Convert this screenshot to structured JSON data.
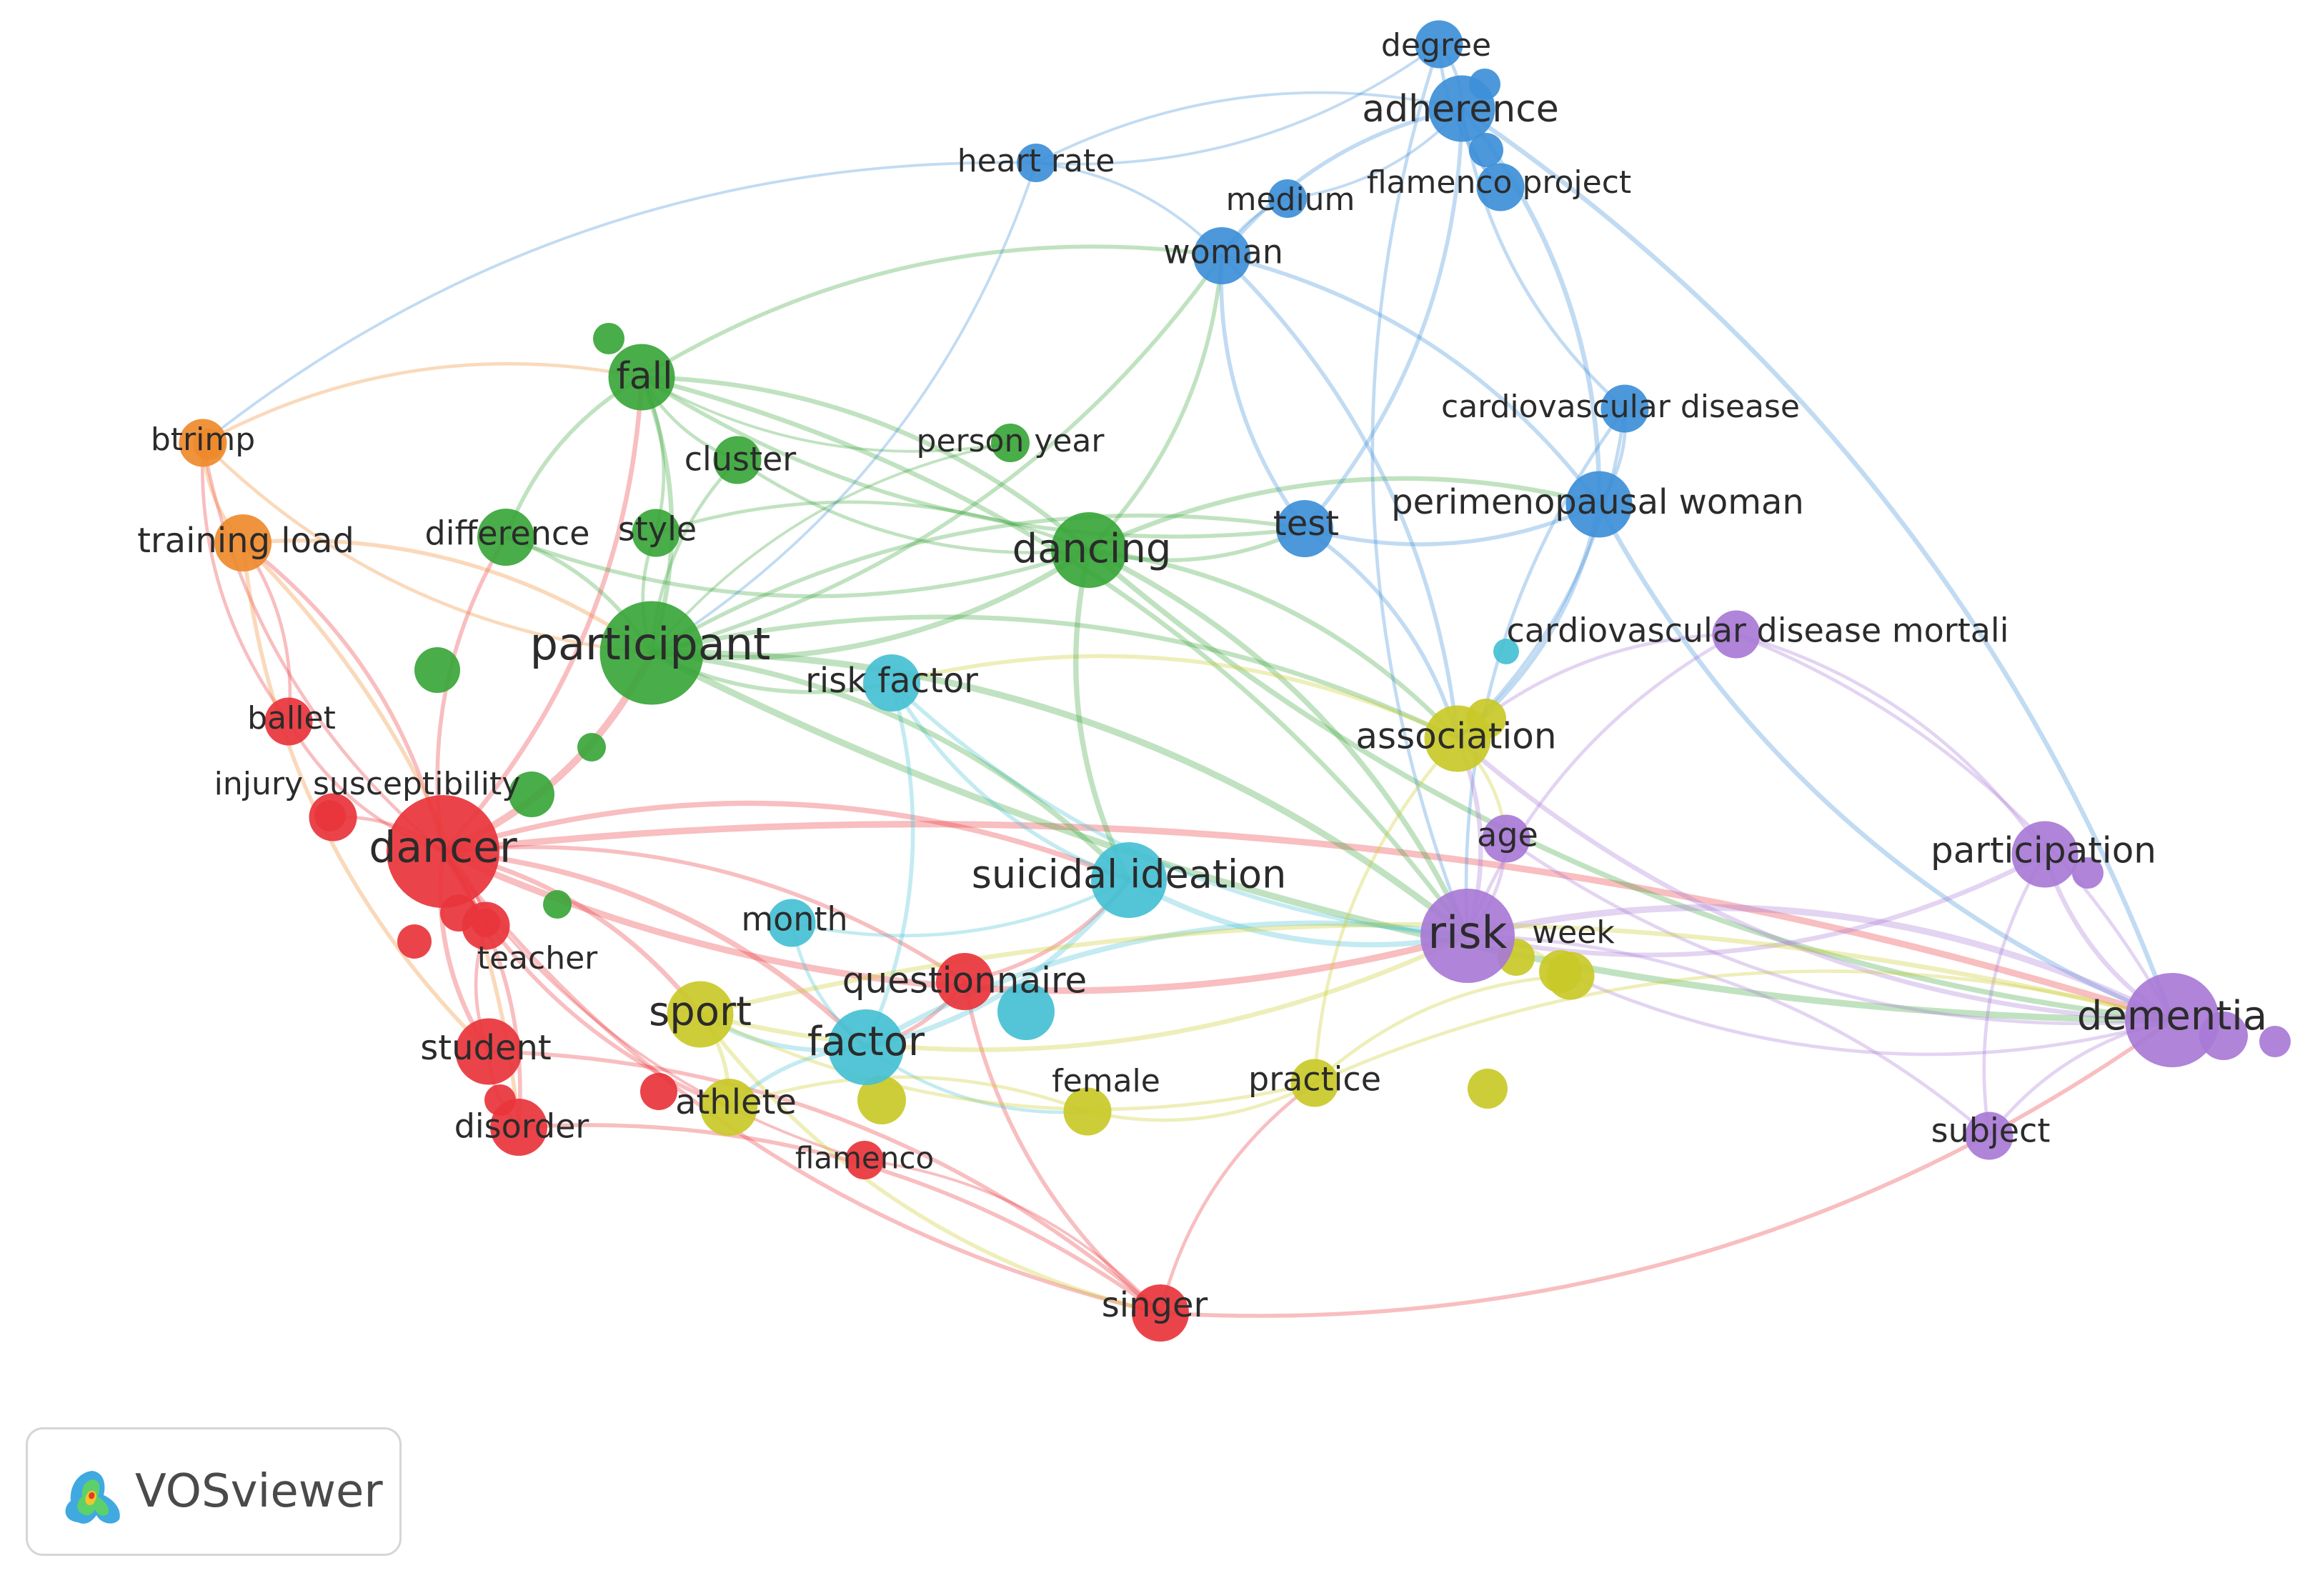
{
  "clusters": {
    "red": "#e8343b",
    "green": "#3aa63a",
    "blue": "#3d8fd8",
    "yellow": "#c9c928",
    "purple": "#a87ad6",
    "cyan": "#45c0d3",
    "orange": "#ee8a2c"
  },
  "nodes": [
    {
      "id": "dancer",
      "label": "dancer",
      "cluster": "red",
      "weight": 10
    },
    {
      "id": "ballet",
      "label": "ballet",
      "cluster": "red",
      "weight": 3
    },
    {
      "id": "injury_susceptibility",
      "label": "injury susceptibility",
      "cluster": "red",
      "weight": 3
    },
    {
      "id": "teacher",
      "label": "teacher",
      "cluster": "red",
      "weight": 3
    },
    {
      "id": "student",
      "label": "student",
      "cluster": "red",
      "weight": 5
    },
    {
      "id": "disorder",
      "label": "disorder",
      "cluster": "red",
      "weight": 4
    },
    {
      "id": "questionnaire",
      "label": "questionnaire",
      "cluster": "red",
      "weight": 4
    },
    {
      "id": "flamenco",
      "label": "flamenco",
      "cluster": "red",
      "weight": 2
    },
    {
      "id": "singer",
      "label": "singer",
      "cluster": "red",
      "weight": 4
    },
    {
      "id": "participant",
      "label": "participant",
      "cluster": "green",
      "weight": 9
    },
    {
      "id": "fall",
      "label": "fall",
      "cluster": "green",
      "weight": 5
    },
    {
      "id": "cluster",
      "label": "cluster",
      "cluster": "green",
      "weight": 3
    },
    {
      "id": "difference",
      "label": "difference",
      "cluster": "green",
      "weight": 4
    },
    {
      "id": "style",
      "label": "style",
      "cluster": "green",
      "weight": 3
    },
    {
      "id": "person_year",
      "label": "person year",
      "cluster": "green",
      "weight": 2
    },
    {
      "id": "dancing",
      "label": "dancing",
      "cluster": "green",
      "weight": 6
    },
    {
      "id": "degree",
      "label": "degree",
      "cluster": "blue",
      "weight": 3
    },
    {
      "id": "adherence",
      "label": "adherence",
      "cluster": "blue",
      "weight": 5
    },
    {
      "id": "heart_rate",
      "label": "heart rate",
      "cluster": "blue",
      "weight": 2
    },
    {
      "id": "medium",
      "label": "medium",
      "cluster": "blue",
      "weight": 2
    },
    {
      "id": "flamenco_project",
      "label": "flamenco project",
      "cluster": "blue",
      "weight": 3
    },
    {
      "id": "woman",
      "label": "woman",
      "cluster": "blue",
      "weight": 4
    },
    {
      "id": "cardiovascular_disease",
      "label": "cardiovascular disease",
      "cluster": "blue",
      "weight": 3
    },
    {
      "id": "perimenopausal_woman",
      "label": "perimenopausal woman",
      "cluster": "blue",
      "weight": 5
    },
    {
      "id": "test",
      "label": "test",
      "cluster": "blue",
      "weight": 4
    },
    {
      "id": "btrimp",
      "label": "btrimp",
      "cluster": "orange",
      "weight": 3
    },
    {
      "id": "training_load",
      "label": "training load",
      "cluster": "orange",
      "weight": 4
    },
    {
      "id": "risk_factor",
      "label": "risk factor",
      "cluster": "cyan",
      "weight": 4
    },
    {
      "id": "suicidal_ideation",
      "label": "suicidal ideation",
      "cluster": "cyan",
      "weight": 6
    },
    {
      "id": "month",
      "label": "month",
      "cluster": "cyan",
      "weight": 3
    },
    {
      "id": "factor",
      "label": "factor",
      "cluster": "cyan",
      "weight": 6
    },
    {
      "id": "cvd_mortali",
      "label": "cardiovascular disease mortali",
      "cluster": "purple",
      "weight": 3
    },
    {
      "id": "age",
      "label": "age",
      "cluster": "purple",
      "weight": 3
    },
    {
      "id": "risk",
      "label": "risk",
      "cluster": "purple",
      "weight": 8
    },
    {
      "id": "participation",
      "label": "participation",
      "cluster": "purple",
      "weight": 5
    },
    {
      "id": "dementia",
      "label": "dementia",
      "cluster": "purple",
      "weight": 8
    },
    {
      "id": "subject",
      "label": "subject",
      "cluster": "purple",
      "weight": 3
    },
    {
      "id": "association",
      "label": "association",
      "cluster": "yellow",
      "weight": 5
    },
    {
      "id": "sport",
      "label": "sport",
      "cluster": "yellow",
      "weight": 5
    },
    {
      "id": "athlete",
      "label": "athlete",
      "cluster": "yellow",
      "weight": 4
    },
    {
      "id": "female",
      "label": "female",
      "cluster": "yellow",
      "weight": 3
    },
    {
      "id": "practice",
      "label": "practice",
      "cluster": "yellow",
      "weight": 3
    },
    {
      "id": "week",
      "label": "week",
      "cluster": "yellow",
      "weight": 3
    }
  ],
  "links": [
    [
      "dancer",
      "ballet"
    ],
    [
      "dancer",
      "injury_susceptibility"
    ],
    [
      "dancer",
      "teacher"
    ],
    [
      "dancer",
      "student"
    ],
    [
      "dancer",
      "disorder"
    ],
    [
      "dancer",
      "participant"
    ],
    [
      "dancer",
      "questionnaire"
    ],
    [
      "dancer",
      "singer"
    ],
    [
      "dancer",
      "sport"
    ],
    [
      "dancer",
      "athlete"
    ],
    [
      "dancer",
      "factor"
    ],
    [
      "dancer",
      "training_load"
    ],
    [
      "dancer",
      "btrimp"
    ],
    [
      "dancer",
      "risk"
    ],
    [
      "dancer",
      "dementia"
    ],
    [
      "dancer",
      "fall"
    ],
    [
      "dancer",
      "difference"
    ],
    [
      "dancer",
      "flamenco"
    ],
    [
      "dancer",
      "suicidal_ideation"
    ],
    [
      "ballet",
      "training_load"
    ],
    [
      "ballet",
      "btrimp"
    ],
    [
      "student",
      "disorder"
    ],
    [
      "student",
      "singer"
    ],
    [
      "teacher",
      "student"
    ],
    [
      "disorder",
      "singer"
    ],
    [
      "questionnaire",
      "singer"
    ],
    [
      "questionnaire",
      "factor"
    ],
    [
      "questionnaire",
      "suicidal_ideation"
    ],
    [
      "flamenco",
      "singer"
    ],
    [
      "singer",
      "dementia"
    ],
    [
      "singer",
      "practice"
    ],
    [
      "participant",
      "fall"
    ],
    [
      "participant",
      "cluster"
    ],
    [
      "participant",
      "difference"
    ],
    [
      "participant",
      "style"
    ],
    [
      "participant",
      "dancing"
    ],
    [
      "participant",
      "person_year"
    ],
    [
      "participant",
      "risk_factor"
    ],
    [
      "participant",
      "test"
    ],
    [
      "participant",
      "woman"
    ],
    [
      "participant",
      "risk"
    ],
    [
      "participant",
      "dementia"
    ],
    [
      "participant",
      "association"
    ],
    [
      "fall",
      "cluster"
    ],
    [
      "fall",
      "style"
    ],
    [
      "fall",
      "difference"
    ],
    [
      "fall",
      "dancing"
    ],
    [
      "fall",
      "person_year"
    ],
    [
      "fall",
      "woman"
    ],
    [
      "fall",
      "test"
    ],
    [
      "fall",
      "risk"
    ],
    [
      "dancing",
      "test"
    ],
    [
      "dancing",
      "risk"
    ],
    [
      "dancing",
      "dementia"
    ],
    [
      "dancing",
      "association"
    ],
    [
      "dancing",
      "woman"
    ],
    [
      "dancing",
      "perimenopausal_woman"
    ],
    [
      "cluster",
      "dancing"
    ],
    [
      "style",
      "dancing"
    ],
    [
      "difference",
      "dancing"
    ],
    [
      "degree",
      "adherence"
    ],
    [
      "degree",
      "flamenco_project"
    ],
    [
      "degree",
      "heart_rate"
    ],
    [
      "adherence",
      "flamenco_project"
    ],
    [
      "adherence",
      "medium"
    ],
    [
      "adherence",
      "woman"
    ],
    [
      "adherence",
      "perimenopausal_woman"
    ],
    [
      "adherence",
      "cardiovascular_disease"
    ],
    [
      "adherence",
      "test"
    ],
    [
      "adherence",
      "heart_rate"
    ],
    [
      "woman",
      "perimenopausal_woman"
    ],
    [
      "woman",
      "test"
    ],
    [
      "woman",
      "medium"
    ],
    [
      "woman",
      "heart_rate"
    ],
    [
      "perimenopausal_woman",
      "test"
    ],
    [
      "perimenopausal_woman",
      "cardiovascular_disease"
    ],
    [
      "perimenopausal_woman",
      "association"
    ],
    [
      "perimenopausal_woman",
      "dementia"
    ],
    [
      "cardiovascular_disease",
      "association"
    ],
    [
      "cardiovascular_disease",
      "risk"
    ],
    [
      "test",
      "association"
    ],
    [
      "heart_rate",
      "btrimp"
    ],
    [
      "heart_rate",
      "participant"
    ],
    [
      "degree",
      "risk"
    ],
    [
      "adherence",
      "dementia"
    ],
    [
      "btrimp",
      "training_load"
    ],
    [
      "btrimp",
      "fall"
    ],
    [
      "btrimp",
      "participant"
    ],
    [
      "training_load",
      "participant"
    ],
    [
      "training_load",
      "student"
    ],
    [
      "training_load",
      "disorder"
    ],
    [
      "risk_factor",
      "suicidal_ideation"
    ],
    [
      "risk_factor",
      "factor"
    ],
    [
      "risk_factor",
      "risk"
    ],
    [
      "suicidal_ideation",
      "factor"
    ],
    [
      "suicidal_ideation",
      "risk"
    ],
    [
      "suicidal_ideation",
      "month"
    ],
    [
      "month",
      "factor"
    ],
    [
      "factor",
      "sport"
    ],
    [
      "factor",
      "athlete"
    ],
    [
      "factor",
      "risk"
    ],
    [
      "factor",
      "female"
    ],
    [
      "cvd_mortali",
      "dementia"
    ],
    [
      "cvd_mortali",
      "risk"
    ],
    [
      "cvd_mortali",
      "participation"
    ],
    [
      "cvd_mortali",
      "association"
    ],
    [
      "age",
      "risk"
    ],
    [
      "age",
      "dementia"
    ],
    [
      "risk",
      "dementia"
    ],
    [
      "risk",
      "participation"
    ],
    [
      "risk",
      "subject"
    ],
    [
      "participation",
      "dementia"
    ],
    [
      "subject",
      "dementia"
    ],
    [
      "risk",
      "association"
    ],
    [
      "dementia",
      "association"
    ],
    [
      "participation",
      "subject"
    ],
    [
      "dementia",
      "week"
    ],
    [
      "association",
      "risk_factor"
    ],
    [
      "association",
      "age"
    ],
    [
      "association",
      "practice"
    ],
    [
      "sport",
      "athlete"
    ],
    [
      "sport",
      "risk"
    ],
    [
      "sport",
      "dementia"
    ],
    [
      "sport",
      "practice"
    ],
    [
      "athlete",
      "female"
    ],
    [
      "female",
      "practice"
    ],
    [
      "practice",
      "week"
    ],
    [
      "week",
      "risk"
    ],
    [
      "practice",
      "dementia"
    ],
    [
      "sport",
      "singer"
    ],
    [
      "participant",
      "suicidal_ideation"
    ],
    [
      "dancing",
      "suicidal_ideation"
    ],
    [
      "woman",
      "association"
    ]
  ],
  "logo": {
    "text": "VOSviewer"
  }
}
